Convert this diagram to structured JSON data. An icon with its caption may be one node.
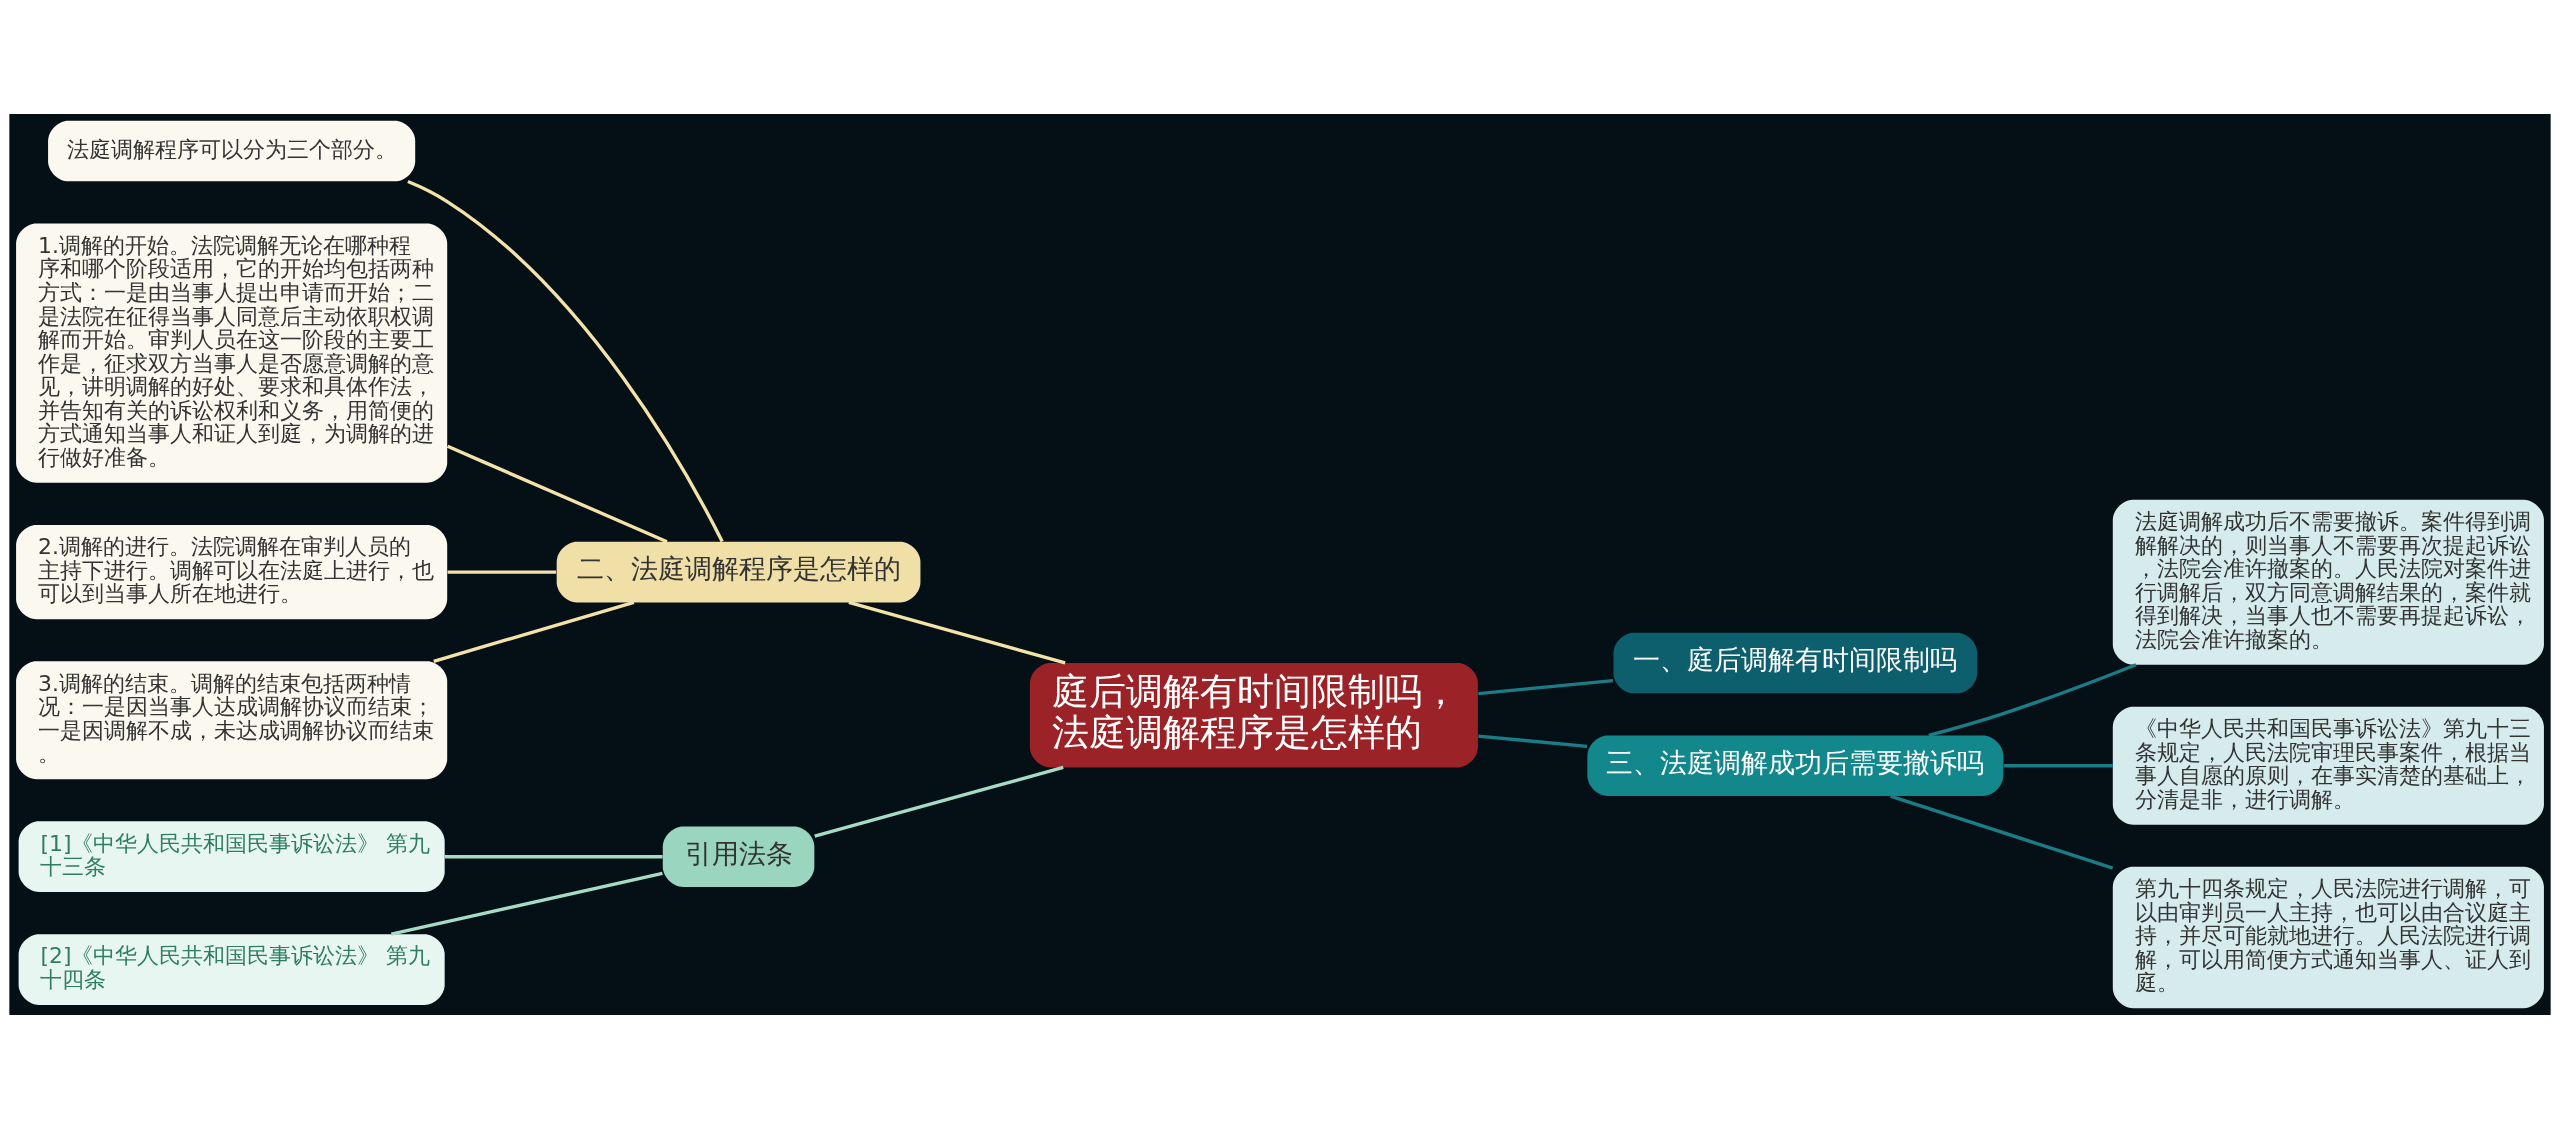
{
  "diagram": {
    "nodes": [
      {
        "text": [
          "庭后调解有时间限制吗，法庭调解程序是怎样的"
        ]
      },
      {
        "text": [
          "二、法庭调解程序是怎样的"
        ]
      },
      {
        "text": [
          "法庭调解程序可以分为三个部分。"
        ]
      },
      {
        "text": [
          "1.调解的开始。法院调解无论在哪种程序和哪个阶段适用，它的开始均包括两种方式：一是由当事人提出申请而开始；二是法院在征得当事人同意后主动依职权调解而开始。审判人员在这一阶段的主要工作是，征求双方当事人是否愿意调解的意见，讲明调解的好处、要求和具体作法，并告知有关的诉讼权利和义务，用简便的方式通知当事人和证人到庭，为调解的进行做好准备。"
        ]
      },
      {
        "text": [
          "2.调解的进行。法院调解在审判人员的主持下进行。调解可以在法庭上进行，也可以到当事人所在地进行。"
        ]
      },
      {
        "text": [
          "3.调解的结束。调解的结束包括两种情况：一是因当事人达成调解协议而结束；一是因调解不成，未达成调解协议而结束。"
        ]
      },
      {
        "text": [
          "引用法条"
        ]
      },
      {
        "text": [
          "[1]《中华人民共和国民事诉讼法》 第九十三条"
        ]
      },
      {
        "text": [
          "[2]《中华人民共和国民事诉讼法》 第九十四条"
        ]
      },
      {
        "text": [
          "一、庭后调解有时间限制吗"
        ]
      },
      {
        "text": [
          "三、法庭调解成功后需要撤诉吗"
        ]
      },
      {
        "text": [
          "法庭调解成功后不需要撤诉。案件得到调解解决的，则当事人不需要再次提起诉讼，法院会准许撤案的。人民法院对案件进行调解后，双方同意调解结果的，案件就得到解决，当事人也不需要再提起诉讼，法院会准许撤案的。"
        ]
      },
      {
        "text": [
          "《中华人民共和国民事诉讼法》第九十三条规定，人民法院审理民事案件，根据当事人自愿的原则，在事实清楚的基础上，分清是非，进行调解。"
        ]
      },
      {
        "text": [
          "第九十四条规定，人民法院进行调解，可以由审判员一人主持，也可以由合议庭主持，并尽可能就地进行。人民法院进行调解，可以用简便方式通知当事人、证人到庭。"
        ]
      }
    ],
    "edges": [
      {
        "from": 0,
        "to": 1,
        "arrow": "none",
        "color": "#f3e3a8"
      },
      {
        "from": 1,
        "to": 2,
        "arrow": "none",
        "color": "#f3e3a8"
      },
      {
        "from": 1,
        "to": 3,
        "arrow": "none",
        "color": "#f3e3a8"
      },
      {
        "from": 1,
        "to": 4,
        "arrow": "none",
        "color": "#f3e3a8"
      },
      {
        "from": 1,
        "to": 5,
        "arrow": "none",
        "color": "#f3e3a8"
      },
      {
        "from": 0,
        "to": 6,
        "arrow": "none",
        "color": "#a6dcc5"
      },
      {
        "from": 6,
        "to": 7,
        "arrow": "none",
        "color": "#a6dcc5"
      },
      {
        "from": 6,
        "to": 8,
        "arrow": "none",
        "color": "#a6dcc5"
      },
      {
        "from": 0,
        "to": 9,
        "arrow": "none",
        "color": "#1b7c85"
      },
      {
        "from": 0,
        "to": 10,
        "arrow": "none",
        "color": "#1b7c85"
      },
      {
        "from": 10,
        "to": 11,
        "arrow": "none",
        "color": "#1b7c85"
      },
      {
        "from": 10,
        "to": 12,
        "arrow": "none",
        "color": "#1b7c85"
      },
      {
        "from": 10,
        "to": 13,
        "arrow": "none",
        "color": "#1b7c85"
      }
    ]
  }
}
